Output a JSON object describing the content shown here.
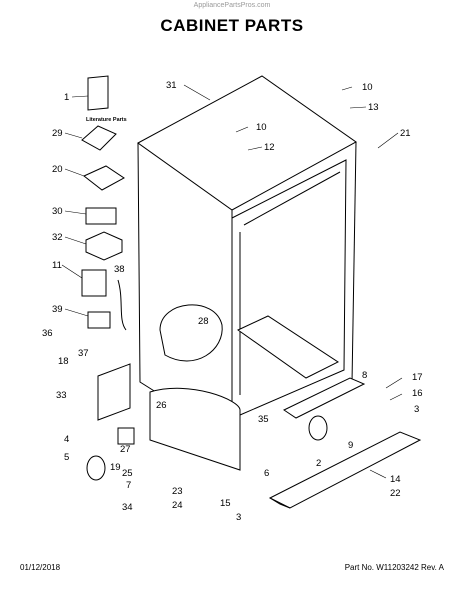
{
  "watermark": "AppliancePartsPros.com",
  "title": "CABINET PARTS",
  "literature_label": "Literature Parts",
  "footer": {
    "date": "01/12/2018",
    "part_info": "Part No. W11203242  Rev. A"
  },
  "callouts": [
    "1",
    "29",
    "20",
    "30",
    "32",
    "11",
    "38",
    "39",
    "36",
    "37",
    "18",
    "33",
    "4",
    "5",
    "34",
    "19",
    "25",
    "27",
    "7",
    "26",
    "23",
    "24",
    "15",
    "3",
    "35",
    "6",
    "2",
    "9",
    "8",
    "17",
    "16",
    "3",
    "14",
    "22",
    "31",
    "10",
    "13",
    "10",
    "12",
    "21",
    "28"
  ]
}
